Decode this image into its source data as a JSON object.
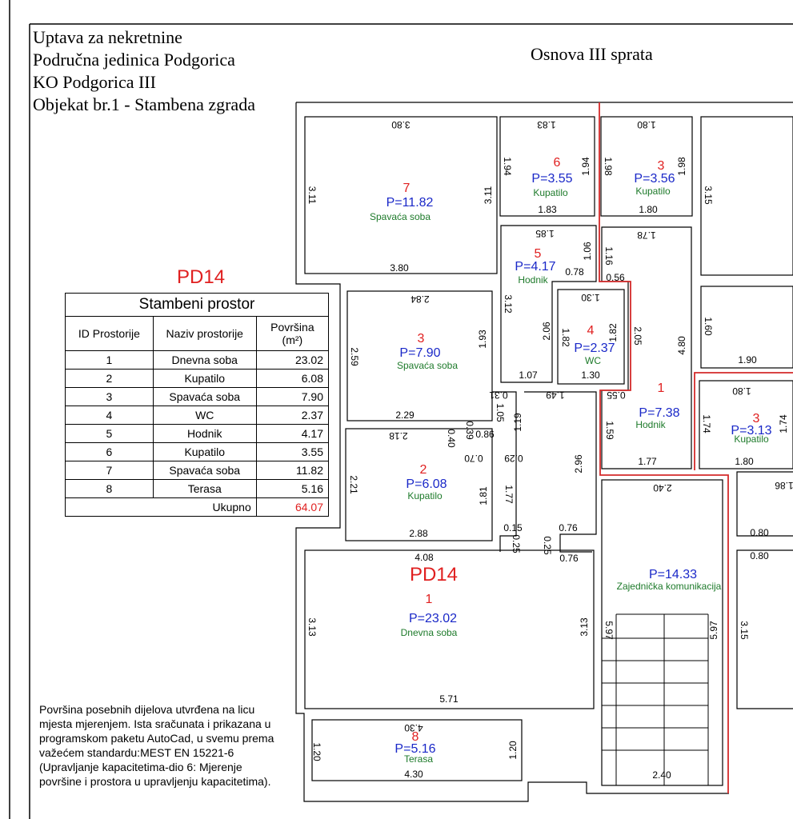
{
  "header": {
    "lines": [
      "Uptava za nekretnine",
      "Područna jedinica Podgorica",
      "KO Podgorica III",
      "Objekat br.1 - Stambena zgrada"
    ],
    "plan_title": "Osnova III sprata"
  },
  "unit_label": "PD14",
  "table": {
    "caption": "Stambeni prostor",
    "col_id": "ID Prostorije",
    "col_name": "Naziv prostorije",
    "col_area": "Površina",
    "col_area_unit": "(m²)",
    "rows": [
      {
        "id": "1",
        "name": "Dnevna soba",
        "area": "23.02"
      },
      {
        "id": "2",
        "name": "Kupatilo",
        "area": "6.08"
      },
      {
        "id": "3",
        "name": "Spavaća soba",
        "area": "7.90"
      },
      {
        "id": "4",
        "name": "WC",
        "area": "2.37"
      },
      {
        "id": "5",
        "name": "Hodnik",
        "area": "4.17"
      },
      {
        "id": "6",
        "name": "Kupatilo",
        "area": "3.55"
      },
      {
        "id": "7",
        "name": "Spavaća soba",
        "area": "11.82"
      },
      {
        "id": "8",
        "name": "Terasa",
        "area": "5.16"
      }
    ],
    "total_label": "Ukupno",
    "total_value": "64.07"
  },
  "notes": {
    "lines": [
      "Površina posebnih dijelova utvrđena na licu",
      "mjesta mjerenjem. Ista sračunata i prikazana u",
      "programskom paketu AutoCad, u svemu prema",
      "važećem standardu:MEST EN 15221-6",
      "(Upravljanje kapacitetima-dio 6: Mjerenje",
      "površine i prostora u upravljenju kapacitetima)."
    ]
  },
  "rooms": [
    {
      "num": "7",
      "area": "P=11.82",
      "name": "Spavaća soba"
    },
    {
      "num": "6",
      "area": "P=3.55",
      "name": "Kupatilo"
    },
    {
      "num": "3",
      "area": "P=3.56",
      "name": "Kupatilo"
    },
    {
      "num": "5",
      "area": "P=4.17",
      "name": "Hodnik"
    },
    {
      "num": "3",
      "area": "P=7.90",
      "name": "Spavaća soba"
    },
    {
      "num": "4",
      "area": "P=2.37",
      "name": "WC"
    },
    {
      "num": "1",
      "area": "P=7.38",
      "name": "Hodnik"
    },
    {
      "num": "2",
      "area": "P=6.08",
      "name": "Kupatilo"
    },
    {
      "num": "3",
      "area": "P=3.13",
      "name": "Kupatilo"
    },
    {
      "num": "1",
      "area": "P=23.02",
      "name": "Dnevna soba"
    },
    {
      "num": "",
      "area": "P=14.33",
      "name": "Zajednička komunikacija"
    },
    {
      "num": "8",
      "area": "P=5.16",
      "name": "Terasa"
    }
  ],
  "dims": [
    "3.80",
    "3.11",
    "3.11",
    "3.80",
    "1.83",
    "1.94",
    "1.94",
    "1.83",
    "1.80",
    "1.98",
    "1.98",
    "1.80",
    "3.15",
    "1.85",
    "1.06",
    "0.78",
    "3.12",
    "1.07",
    "1.78",
    "1.16",
    "0.56",
    "2.05",
    "4.80",
    "1.60",
    "1.90",
    "2.84",
    "2.59",
    "1.93",
    "2.29",
    "1.30",
    "2.06",
    "1.82",
    "1.82",
    "1.30",
    "0.31",
    "1.05",
    "0.39",
    "0.86",
    "0.40",
    "2.18",
    "1.49",
    "1.19",
    "0.55",
    "1.59",
    "1.77",
    "1.80",
    "1.74",
    "1.74",
    "1.80",
    "0.70",
    "0.29",
    "2.96",
    "2.21",
    "1.81",
    "1.77",
    "2.88",
    "0.15",
    "0.25",
    "0.76",
    "0.25",
    "0.76",
    "2.40",
    "1.86",
    "0.80",
    "0.80",
    "4.08",
    "3.13",
    "3.13",
    "5.97",
    "5.97",
    "3.15",
    "5.71",
    "4.30",
    "1.20",
    "1.20",
    "4.30",
    "2.40"
  ],
  "pd14_plan": "PD14"
}
